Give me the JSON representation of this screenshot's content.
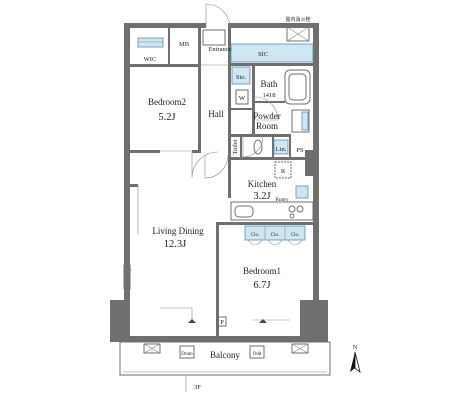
{
  "rooms": {
    "bedroom2": {
      "name": "Bedroom2",
      "size": "5.2J"
    },
    "living": {
      "name": "Living Dining",
      "size": "12.3J"
    },
    "bedroom1": {
      "name": "Bedroom1",
      "size": "6.7J"
    },
    "kitchen": {
      "name": "Kitchen",
      "size": "3.2J"
    },
    "bath": {
      "name": "Bath",
      "size": "1418"
    },
    "powder": {
      "name1": "Powder",
      "name2": "Room"
    }
  },
  "labels": {
    "wic": "WIC",
    "mb": "MB",
    "entrance": "Entrance",
    "sic": "SIC",
    "sto": "Sto.",
    "w": "W",
    "hall": "Hall",
    "toilet": "Toilet",
    "lin": "Lin.",
    "ps": "PS",
    "r": "R",
    "pantry": "Pantry",
    "clo1": "Clo.",
    "clo2": "Clo.",
    "clo3": "Clo.",
    "balcony": "Balcony",
    "p": "P",
    "extinguisher": "屋内消火栓",
    "floor": "3F",
    "north": "N",
    "drain1": "Drain",
    "drain2": "Odd"
  },
  "colors": {
    "wall": "#6f6f6f",
    "fixture_fill": "#cfe6f3",
    "fixture_stroke": "#5b8fb0"
  }
}
